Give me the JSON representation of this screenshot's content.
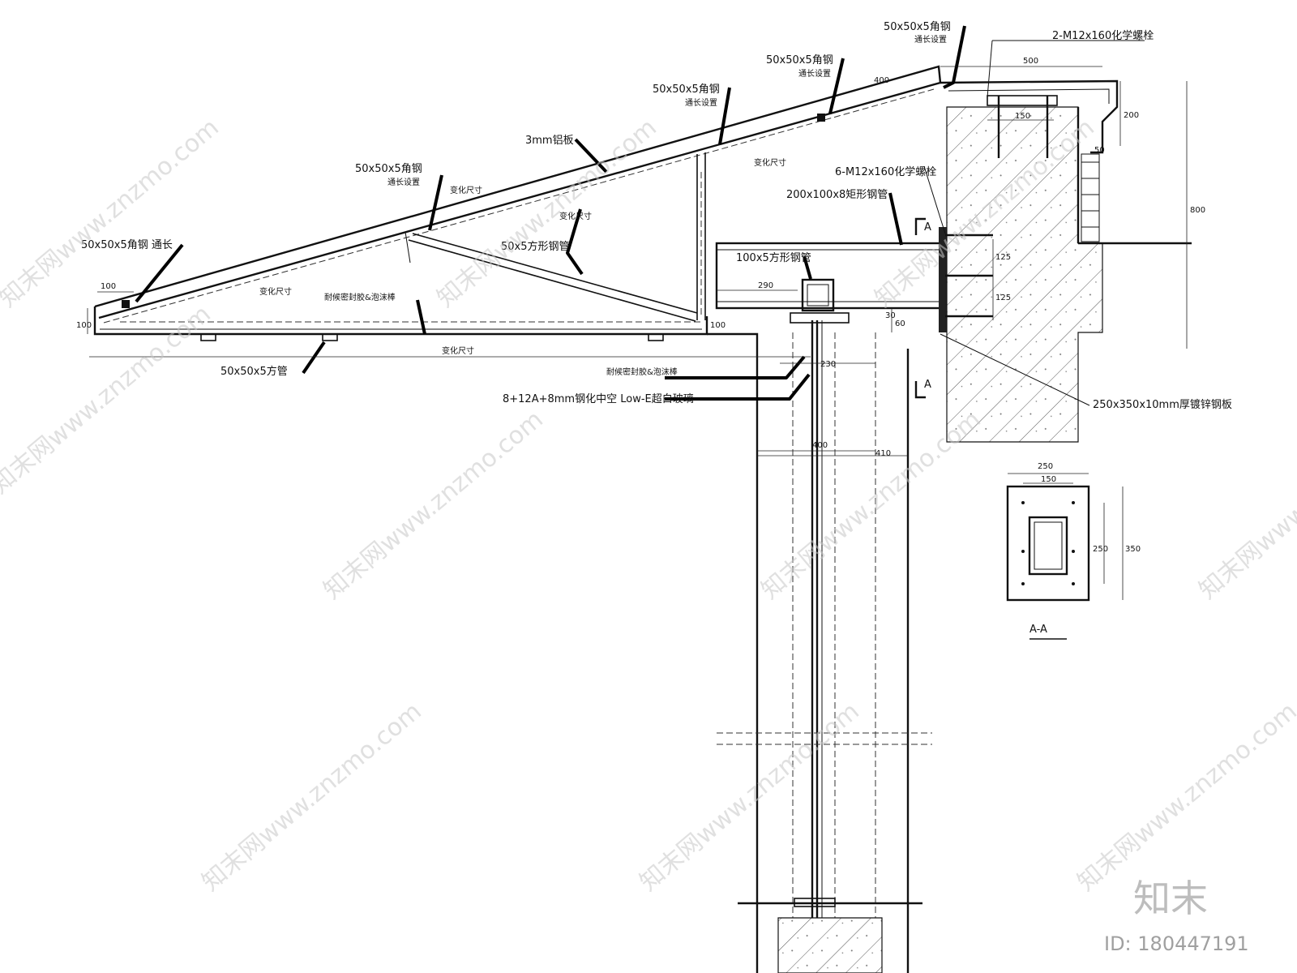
{
  "labels": {
    "angle_top": "50x50x5角钢",
    "angle_top_note": "通长设置",
    "angle_mid1": "50x50x5角钢",
    "angle_mid1_note": "通长设置",
    "angle_mid2": "50x50x5角钢",
    "angle_mid2_note": "通长设置",
    "angle_left": "50x50x5角钢",
    "angle_left_note": "通长设置",
    "angle_tip": "50x50x5角钢 通长",
    "alu_plate": "3mm铝板",
    "square_tube_5": "50x5方形钢管",
    "sealant_top": "耐候密封胶&泡沫棒",
    "square_tube_bottom": "50x50x5方管",
    "sealant_bottom": "耐候密封胶&泡沫棒",
    "glass": "8+12A+8mm钢化中空 Low-E超白玻璃",
    "bolts_top": "2-M12x160化学螺栓",
    "bolts_6": "6-M12x160化学螺栓",
    "rect_tube": "200x100x8矩形钢管",
    "sq_tube_100": "100x5方形钢管",
    "embed_plate": "250x350x10mm厚镀锌钢板",
    "section_mark": "A",
    "section_title": "A-A",
    "var_size": "变化尺寸"
  },
  "dims": {
    "d500": "500",
    "d400": "400",
    "d200": "200",
    "d150": "150",
    "d50": "50",
    "d800": "800",
    "d125a": "125",
    "d125b": "125",
    "d290": "290",
    "d30": "30",
    "d60": "60",
    "d100_left": "100",
    "d100_tip": "100",
    "d100_mid": "100",
    "d230": "230",
    "d400b": "400",
    "d410": "410",
    "aa_250_top": "250",
    "aa_150": "150",
    "aa_250_side": "250",
    "aa_350": "350"
  },
  "watermark": {
    "text": "知末网www.znzmo.com",
    "brand": "知末",
    "id": "ID: 180447191"
  }
}
